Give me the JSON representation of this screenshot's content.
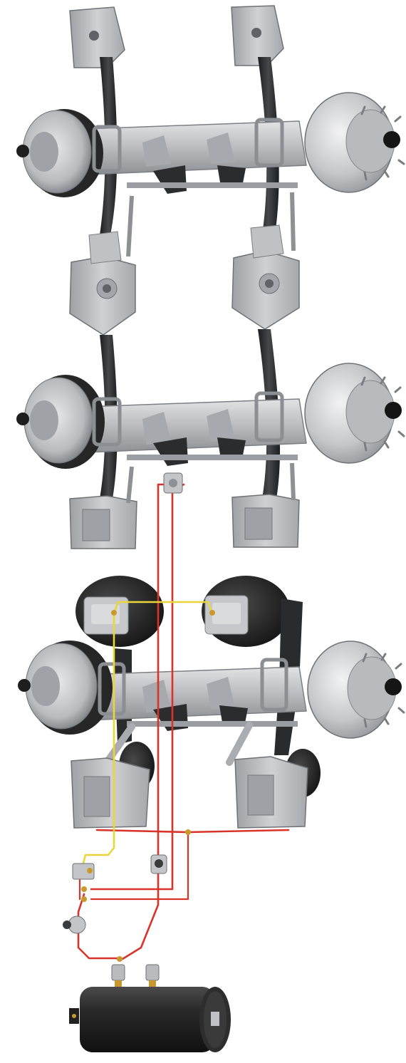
{
  "image": {
    "alt": "",
    "components": [
      "leaf-spring-tandem-axle",
      "air-suspension-lift-axle",
      "air-reservoir-tank",
      "air-lines"
    ]
  },
  "colors": {
    "background": "#ffffff",
    "metal_light": "#d4d5d7",
    "metal_mid": "#b3b5b8",
    "metal_dark": "#7c7f84",
    "rubber": "#262626",
    "spring": "#333538",
    "air_line_red": "#d8342a",
    "air_line_yellow": "#ead63a",
    "brass_fitting": "#c89a2e",
    "tank": "#1f1f20"
  }
}
